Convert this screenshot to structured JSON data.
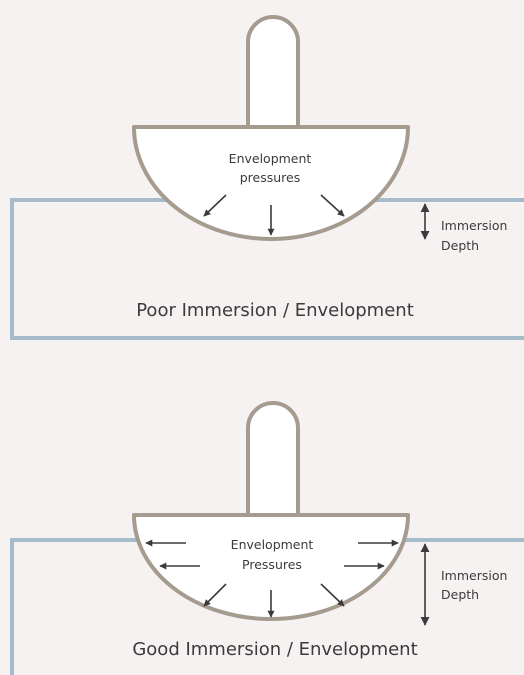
{
  "colors": {
    "background": "#f6f2f1",
    "object_fill": "#ffffff",
    "object_stroke": "#a59b8f",
    "surface_stroke": "#a7bccb",
    "arrow": "#3b3b3b",
    "text": "#3b3b3b"
  },
  "panels": {
    "poor": {
      "pressure_label_line1": "Envelopment",
      "pressure_label_line2": "pressures",
      "depth_label_line1": "Immersion",
      "depth_label_line2": "Depth",
      "caption": "Poor Immersion / Envelopment"
    },
    "good": {
      "pressure_label_line1": "Envelopment",
      "pressure_label_line2": "Pressures",
      "depth_label_line1": "Immersion",
      "depth_label_line2": "Depth",
      "caption": "Good Immersion / Envelopment"
    }
  }
}
